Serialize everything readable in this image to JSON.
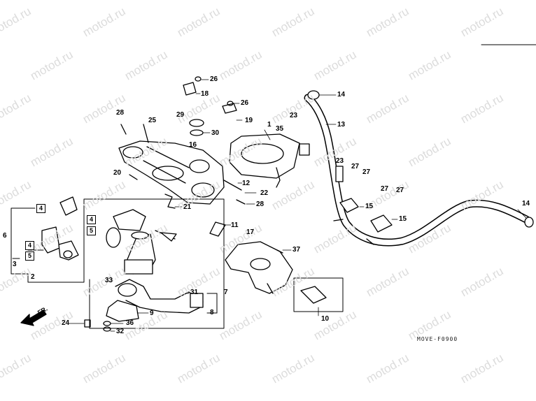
{
  "watermark": "motod.ru",
  "diagram_code": "MOVE-F0900",
  "direction_label": "FR.",
  "boxed_labels": [
    "4",
    "4",
    "5",
    "4",
    "5"
  ],
  "callouts": [
    "26",
    "18",
    "26",
    "19",
    "28",
    "25",
    "29",
    "30",
    "1",
    "35",
    "23",
    "14",
    "13",
    "16",
    "20",
    "12",
    "22",
    "21",
    "28",
    "23",
    "27",
    "27",
    "27",
    "27",
    "15",
    "15",
    "14",
    "11",
    "17",
    "37",
    "6",
    "3",
    "2",
    "7",
    "8",
    "33",
    "31",
    "9",
    "24",
    "36",
    "32",
    "10"
  ]
}
